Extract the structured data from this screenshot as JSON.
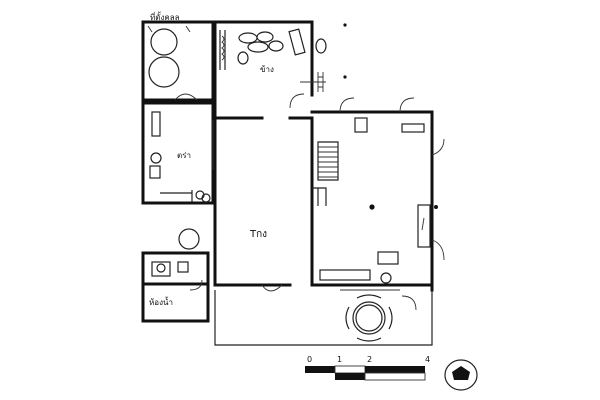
{
  "rooms": {
    "top_left_label": "ที่ตั้งคลล",
    "kitchen_label": "ข้าง",
    "bedroom_label": "ตร่า",
    "living_label": "Tกง",
    "bathroom_label": "ห้องน้ำ"
  },
  "scale_bar": {
    "ticks": [
      "0",
      "1",
      "2",
      "4"
    ]
  },
  "north_arrow": {
    "icon": "north-arrow-icon"
  }
}
